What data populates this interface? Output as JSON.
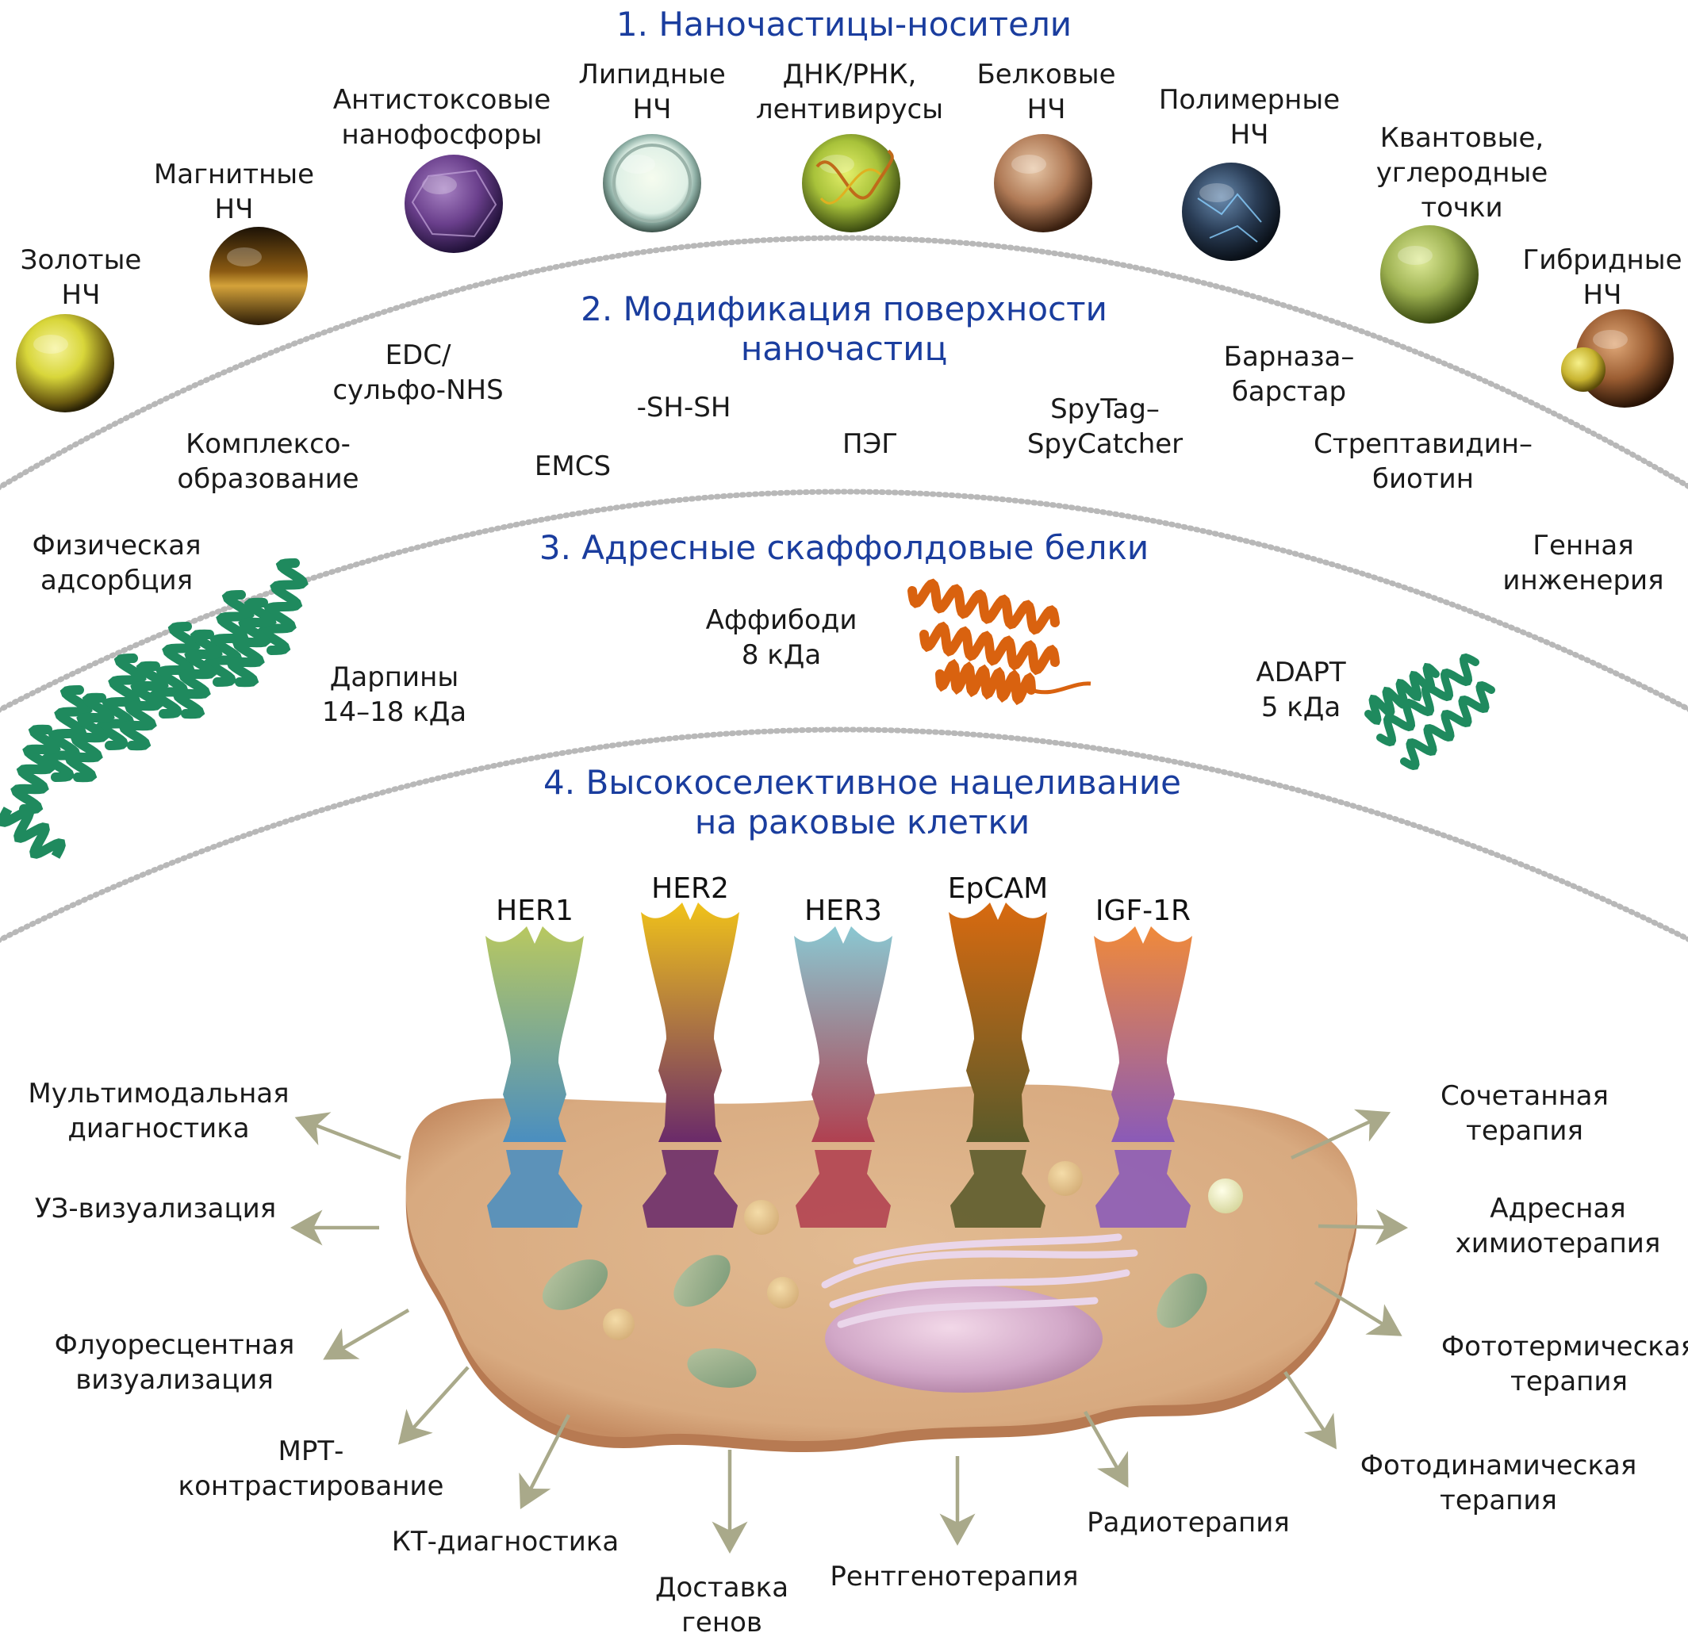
{
  "sections": {
    "carriers": {
      "title": "1. Наночастицы-носители"
    },
    "surface": {
      "title_lines": [
        "2. Модификация поверхности",
        "наночастиц"
      ]
    },
    "scaffolds": {
      "title": "3. Адресные скаффолдовые белки"
    },
    "targeting": {
      "title_lines": [
        "4. Высокоселективное нацеливание",
        "на раковые клетки"
      ]
    }
  },
  "nanoparticles": [
    {
      "lines": [
        "Золотые",
        "НЧ"
      ],
      "color": "#d8d63a"
    },
    {
      "lines": [
        "Магнитные",
        "НЧ"
      ],
      "color": "#8a5a12"
    },
    {
      "lines": [
        "Антистоксовые",
        "нанофосфоры"
      ],
      "color": "#6a3f8c"
    },
    {
      "lines": [
        "Липидные",
        "НЧ"
      ],
      "color": "#dff0e6"
    },
    {
      "lines": [
        "ДНК/РНК,",
        "лентивирусы"
      ],
      "color": "#a8c23a"
    },
    {
      "lines": [
        "Белковые",
        "НЧ"
      ],
      "color": "#b07a56"
    },
    {
      "lines": [
        "Полимерные",
        "НЧ"
      ],
      "color": "#2a3d56"
    },
    {
      "lines": [
        "Квантовые,",
        "углеродные",
        "точки"
      ],
      "color": "#9cb050"
    },
    {
      "lines": [
        "Гибридные",
        "НЧ"
      ],
      "color": "#9b5d32"
    }
  ],
  "modifications": [
    {
      "lines": [
        "EDC/",
        "сульфо-NHS"
      ]
    },
    {
      "lines": [
        "-SH-SH"
      ]
    },
    {
      "lines": [
        "Комплексо-",
        "образование"
      ]
    },
    {
      "lines": [
        "EMCS"
      ]
    },
    {
      "lines": [
        "ПЭГ"
      ]
    },
    {
      "lines": [
        "SpyTag–",
        "SpyCatcher"
      ]
    },
    {
      "lines": [
        "Барназа–",
        "барстар"
      ]
    },
    {
      "lines": [
        "Стрептавидин–",
        "биотин"
      ]
    },
    {
      "lines": [
        "Физическая",
        "адсорбция"
      ]
    },
    {
      "lines": [
        "Генная",
        "инженерия"
      ]
    }
  ],
  "scaffold_proteins": [
    {
      "lines": [
        "Аффибоди",
        "8 кДа"
      ],
      "color": "#d9620f"
    },
    {
      "lines": [
        "Дарпины",
        "14–18 кДа"
      ],
      "color": "#1f8a5e"
    },
    {
      "lines": [
        "ADAPT",
        "5 кДа"
      ],
      "color": "#1f8a5e"
    }
  ],
  "receptors": [
    {
      "label": "HER1",
      "top_color": "#b8c860",
      "bottom_color": "#4a8ec0",
      "icon": "receptor-icon"
    },
    {
      "label": "HER2",
      "top_color": "#f0c21a",
      "bottom_color": "#6a2a6a",
      "icon": "receptor-icon"
    },
    {
      "label": "HER3",
      "top_color": "#8ac8d2",
      "bottom_color": "#b04050",
      "icon": "receptor-icon"
    },
    {
      "label": "EpCAM",
      "top_color": "#d86a10",
      "bottom_color": "#5a5a2a",
      "icon": "receptor-icon"
    },
    {
      "label": "IGF-1R",
      "top_color": "#f08a3a",
      "bottom_color": "#8a5ab8",
      "icon": "receptor-icon"
    }
  ],
  "applications": [
    {
      "lines": [
        "Мультимодальная",
        "диагностика"
      ]
    },
    {
      "lines": [
        "УЗ-визуализация"
      ]
    },
    {
      "lines": [
        "Флуоресцентная",
        "визуализация"
      ]
    },
    {
      "lines": [
        "МРТ-",
        "контрастирование"
      ]
    },
    {
      "lines": [
        "КТ-диагностика"
      ]
    },
    {
      "lines": [
        "Доставка",
        "генов"
      ]
    },
    {
      "lines": [
        "Рентгенотерапия"
      ]
    },
    {
      "lines": [
        "Радиотерапия"
      ]
    },
    {
      "lines": [
        "Фотодинамическая",
        "терапия"
      ]
    },
    {
      "lines": [
        "Фототермическая",
        "терапия"
      ]
    },
    {
      "lines": [
        "Адресная",
        "химиотерапия"
      ]
    },
    {
      "lines": [
        "Сочетанная",
        "терапия"
      ]
    }
  ],
  "colors": {
    "title_blue": "#1a3d9e",
    "arrow": "#a9a98a",
    "cell_body": "#dcb088",
    "cell_rim": "#b77a52",
    "dotted_arc": "#b8b8b8"
  }
}
